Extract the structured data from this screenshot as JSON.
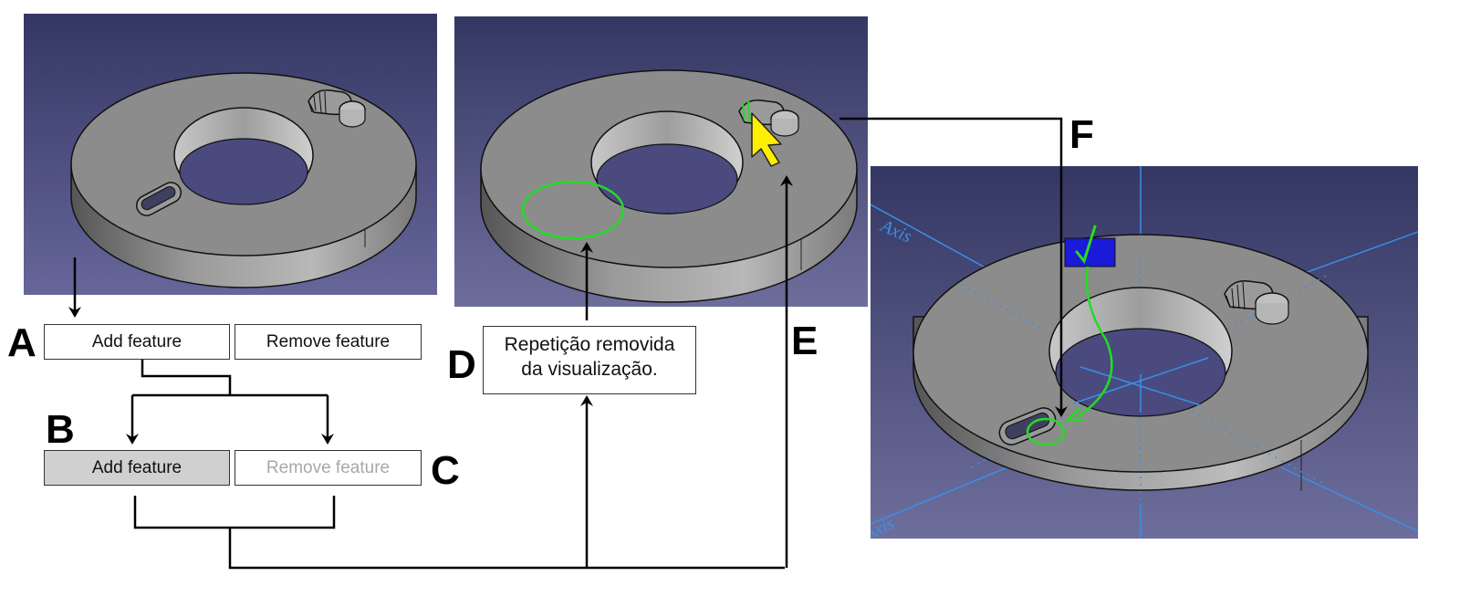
{
  "buttons": {
    "add_feature": "Add feature",
    "remove_feature": "Remove feature"
  },
  "labels": {
    "a": "A",
    "b": "B",
    "c": "C",
    "d": "D",
    "e": "E",
    "f": "F"
  },
  "note": {
    "line1": "Repetição removida",
    "line2": "da visualização."
  },
  "axis_labels": {
    "axis_upper": "Axis",
    "axis_lower": "Axis"
  },
  "colors": {
    "viewport_top": "#343763",
    "viewport_bottom": "#6a6a9a",
    "part_gray": "#888888",
    "highlight_green": "#22dd22",
    "cursor_yellow": "#ffee00",
    "axis_blue": "#3a8fe8",
    "marker_blue": "#1a1ad8"
  }
}
